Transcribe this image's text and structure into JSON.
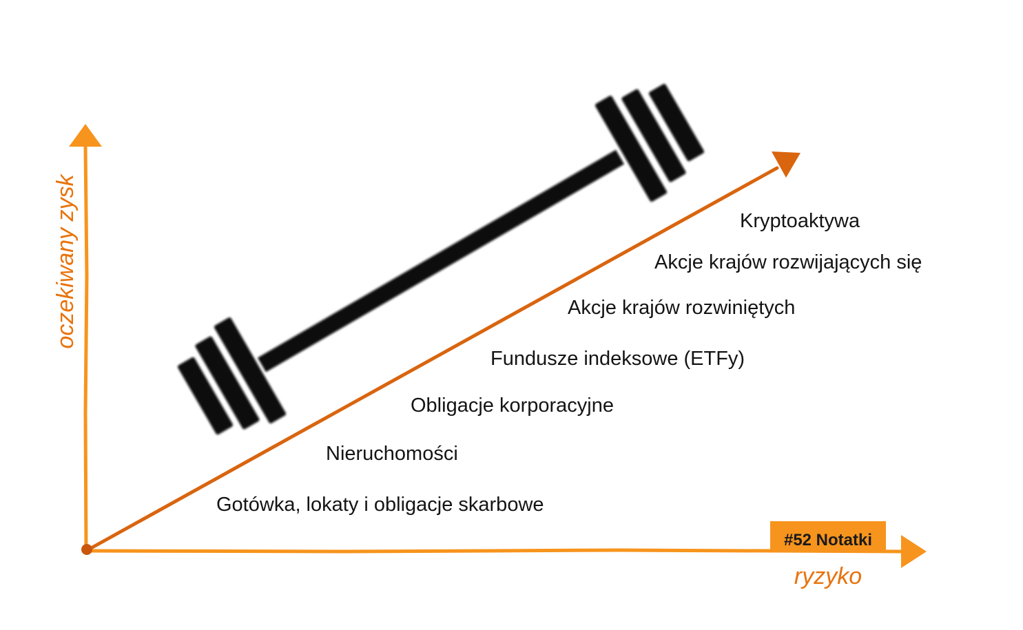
{
  "colors": {
    "axis": "#f7941d",
    "diagonal": "#d9650f",
    "axis_label": "#e8730c",
    "barbell": "#0a0a0a",
    "badge_bg": "#f7941d",
    "text": "#141414"
  },
  "axes": {
    "y_label": "oczekiwany zysk",
    "x_label": "ryzyko"
  },
  "badge": {
    "text": "#52 Notatki"
  },
  "icons": {
    "barbell": "barbell-icon"
  },
  "assets": [
    {
      "label": "Gotówka, lokaty i obligacje skarbowe"
    },
    {
      "label": "Nieruchomości"
    },
    {
      "label": "Obligacje korporacyjne"
    },
    {
      "label": "Fundusze indeksowe (ETFy)"
    },
    {
      "label": "Akcje krajów rozwiniętych"
    },
    {
      "label": "Akcje krajów rozwijających się"
    },
    {
      "label": "Kryptoaktywa"
    }
  ]
}
